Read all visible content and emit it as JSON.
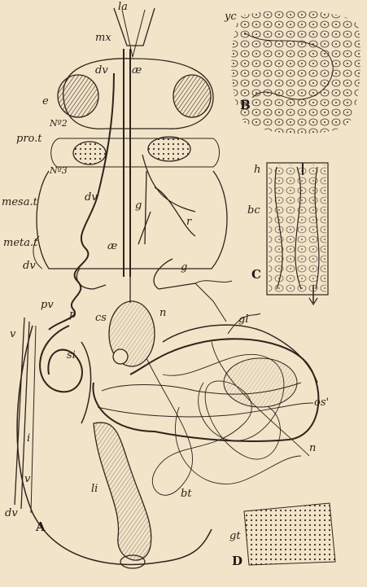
{
  "panels": {
    "a": "A",
    "b": "B",
    "c": "C",
    "d": "D"
  },
  "labels": {
    "la": "la",
    "mx": "mx",
    "dv_top": "dv",
    "ae_top": "æ",
    "e": "e",
    "n2": "Nº2",
    "prot": "pro.t",
    "n3": "Nº3",
    "mesat": "mesa.t",
    "dv_mid": "dv",
    "g_mid": "g",
    "r_mid": "r",
    "metat": "meta.t",
    "ae_mid": "æ",
    "dv_low": "dv",
    "g_low": "g",
    "n_low": "n",
    "pv": "pv",
    "p": "p",
    "cs": "cs",
    "gl": "gl",
    "v_left": "v",
    "si": "si",
    "os": "os'",
    "i": "i",
    "n_right": "n",
    "v_low": "v",
    "li": "li",
    "bt": "bt",
    "dv_bottom": "dv",
    "yc": "yc",
    "h": "h",
    "bc": "bc",
    "gt": "gt"
  }
}
